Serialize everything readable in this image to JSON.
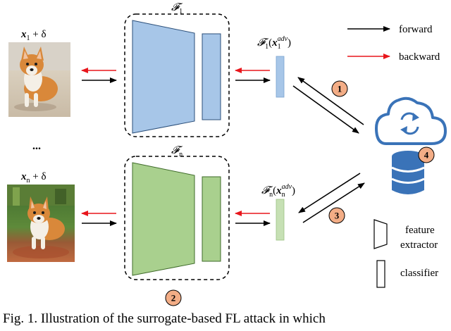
{
  "model_top": {
    "name": "𝓕",
    "sub": "1",
    "out_name": "𝓕",
    "out_sub": "1",
    "out_arg_open": "(",
    "out_arg_var": "x",
    "out_arg_sub": "1",
    "out_arg_sup": "adv",
    "out_arg_close": ")"
  },
  "model_bottom": {
    "name": "𝓕",
    "sub": "n",
    "out_name": "𝓕",
    "out_sub": "n",
    "out_arg_open": "(",
    "out_arg_var": "x",
    "out_arg_sub": "n",
    "out_arg_sup": "adv",
    "out_arg_close": ")"
  },
  "inputs": {
    "top": {
      "var": "x",
      "sub": "1",
      "rest": " + δ"
    },
    "bottom": {
      "var": "x",
      "sub": "n",
      "rest": " + δ"
    },
    "ellipsis": "..."
  },
  "legend": {
    "forward": "forward",
    "backward": "backward",
    "feature_extractor_line1": "feature",
    "feature_extractor_line2": "extractor",
    "classifier": "classifier"
  },
  "steps": [
    "1",
    "2",
    "3",
    "4"
  ],
  "caption": "Fig. 1.  Illustration of the surrogate-based FL attack in which"
}
